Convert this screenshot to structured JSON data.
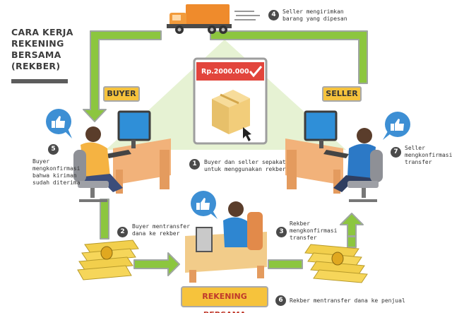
{
  "title": [
    "CARA KERJA",
    "REKENING",
    "BERSAMA",
    "(REKBER)"
  ],
  "labels": {
    "buyer": "BUYER",
    "seller": "SELLER",
    "price": "Rp.2000.000",
    "rekening_bersama": "REKENING BERSAMA"
  },
  "steps": [
    {
      "number": "1",
      "lines": [
        "Buyer dan seller sepakat",
        "untuk menggunakan rekber"
      ]
    },
    {
      "number": "2",
      "lines": [
        "Buyer mentransfer",
        "dana ke rekber"
      ]
    },
    {
      "number": "3",
      "lines": [
        "Rekber",
        "mengkonfirmasi",
        "transfer"
      ]
    },
    {
      "number": "4",
      "lines": [
        "Seller mengirimkan",
        "barang yang dipesan"
      ]
    },
    {
      "number": "5",
      "lines": [
        "Buyer",
        "mengkonfirmasi",
        "bahwa kiriman",
        "sudah diterima"
      ]
    },
    {
      "number": "6",
      "lines": [
        "Rekber mentransfer dana ke penjual"
      ]
    },
    {
      "number": "7",
      "lines": [
        "Seller",
        "mengkonfirmasi",
        "transfer"
      ]
    }
  ],
  "colors": {
    "arrow": "#8cc63f",
    "arrow_outline": "#9fa6a0",
    "accent": "#f6c33c",
    "price_bar": "#e2453c",
    "truck": "#ef8b2c",
    "desk": "#f2b27a",
    "monitor": "#2f8fd8"
  },
  "icons": [
    "truck-icon",
    "thumbs-up-icon",
    "money-stack-icon",
    "product-box-icon",
    "checkmark-icon",
    "cursor-icon",
    "computer-icon",
    "chair-icon"
  ]
}
